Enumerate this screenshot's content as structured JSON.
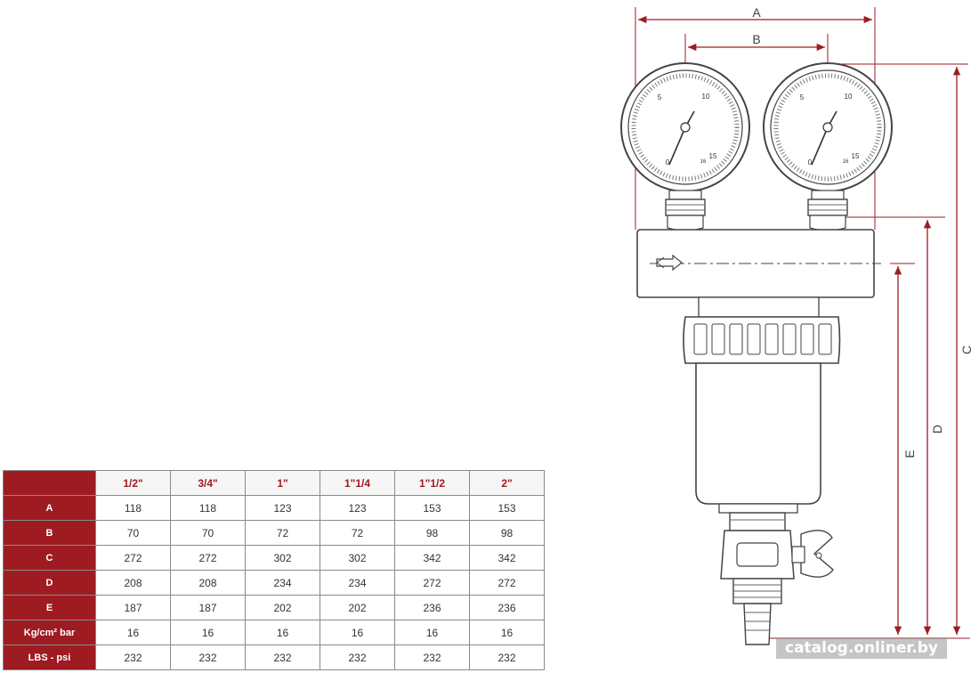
{
  "table": {
    "columns": [
      "1/2\"",
      "3/4\"",
      "1\"",
      "1\"1/4",
      "1\"1/2",
      "2\""
    ],
    "rows": [
      {
        "label": "A",
        "values": [
          "118",
          "118",
          "123",
          "123",
          "153",
          "153"
        ]
      },
      {
        "label": "B",
        "values": [
          "70",
          "70",
          "72",
          "72",
          "98",
          "98"
        ]
      },
      {
        "label": "C",
        "values": [
          "272",
          "272",
          "302",
          "302",
          "342",
          "342"
        ]
      },
      {
        "label": "D",
        "values": [
          "208",
          "208",
          "234",
          "234",
          "272",
          "272"
        ]
      },
      {
        "label": "E",
        "values": [
          "187",
          "187",
          "202",
          "202",
          "236",
          "236"
        ]
      },
      {
        "label": "Kg/cm² bar",
        "values": [
          "16",
          "16",
          "16",
          "16",
          "16",
          "16"
        ]
      },
      {
        "label": "LBS - psi",
        "values": [
          "232",
          "232",
          "232",
          "232",
          "232",
          "232"
        ]
      }
    ]
  },
  "diagram": {
    "dimensions": {
      "a": "A",
      "b": "B",
      "c": "C",
      "d": "D",
      "e": "E"
    },
    "gauge_scale": {
      "zero": "0",
      "five": "5",
      "ten": "10",
      "fifteen": "15",
      "sixteen": "16"
    }
  },
  "watermark": "catalog.onliner.by"
}
